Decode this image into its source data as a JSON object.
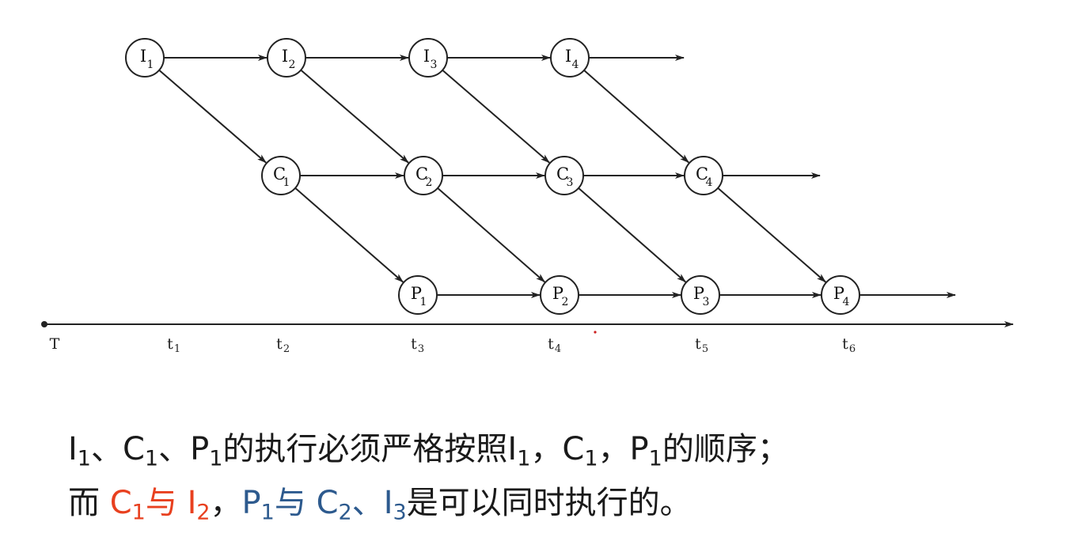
{
  "colors": {
    "ink": "#1a1a1a",
    "red": "#e8401f",
    "blue": "#2d5a8e",
    "dot": "#cc2020"
  },
  "diagram": {
    "nodes": [
      {
        "id": "I1",
        "letter": "I",
        "sub": "1"
      },
      {
        "id": "I2",
        "letter": "I",
        "sub": "2"
      },
      {
        "id": "I3",
        "letter": "I",
        "sub": "3"
      },
      {
        "id": "I4",
        "letter": "I",
        "sub": "4"
      },
      {
        "id": "C1",
        "letter": "C",
        "sub": "1"
      },
      {
        "id": "C2",
        "letter": "C",
        "sub": "2"
      },
      {
        "id": "C3",
        "letter": "C",
        "sub": "3"
      },
      {
        "id": "C4",
        "letter": "C",
        "sub": "4"
      },
      {
        "id": "P1",
        "letter": "P",
        "sub": "1"
      },
      {
        "id": "P2",
        "letter": "P",
        "sub": "2"
      },
      {
        "id": "P3",
        "letter": "P",
        "sub": "3"
      },
      {
        "id": "P4",
        "letter": "P",
        "sub": "4"
      }
    ],
    "edges": [
      [
        "I1",
        "I2"
      ],
      [
        "I2",
        "I3"
      ],
      [
        "I3",
        "I4"
      ],
      [
        "I4",
        "out"
      ],
      [
        "C1",
        "C2"
      ],
      [
        "C2",
        "C3"
      ],
      [
        "C3",
        "C4"
      ],
      [
        "C4",
        "out"
      ],
      [
        "P1",
        "P2"
      ],
      [
        "P2",
        "P3"
      ],
      [
        "P3",
        "P4"
      ],
      [
        "P4",
        "out"
      ],
      [
        "I1",
        "C1"
      ],
      [
        "I2",
        "C2"
      ],
      [
        "I3",
        "C3"
      ],
      [
        "I4",
        "C4"
      ],
      [
        "C1",
        "P1"
      ],
      [
        "C2",
        "P2"
      ],
      [
        "C3",
        "P3"
      ],
      [
        "C4",
        "P4"
      ]
    ],
    "axis": {
      "origin_label": "T",
      "ticks": [
        {
          "letter": "t",
          "sub": "1"
        },
        {
          "letter": "t",
          "sub": "2"
        },
        {
          "letter": "t",
          "sub": "3"
        },
        {
          "letter": "t",
          "sub": "4"
        },
        {
          "letter": "t",
          "sub": "5"
        },
        {
          "letter": "t",
          "sub": "6"
        }
      ]
    }
  },
  "caption": {
    "line1": {
      "i1": "I",
      "i1_sub": "1",
      "sep1": "、",
      "c1": "C",
      "c1_sub": "1",
      "sep2": "、",
      "p1": "P",
      "p1_sub": "1",
      "mid": "的执行必须严格按照",
      "i1b": "I",
      "i1b_sub": "1",
      "sep3": "，",
      "c1b": "C",
      "c1b_sub": "1",
      "sep4": "，",
      "p1b": "P",
      "p1b_sub": "1",
      "end": "的顺序；"
    },
    "line2": {
      "lead": "而 ",
      "red_c": "C",
      "red_c_sub": "1",
      "red_and": "与 ",
      "red_i": "I",
      "red_i_sub": "2",
      "comma": "，",
      "blue_p": "P",
      "blue_p_sub": "1",
      "blue_and": "与 ",
      "blue_c": "C",
      "blue_c_sub": "2",
      "blue_sep": "、",
      "blue_i": "I",
      "blue_i_sub": "3",
      "end": "是可以同时执行的。"
    }
  }
}
